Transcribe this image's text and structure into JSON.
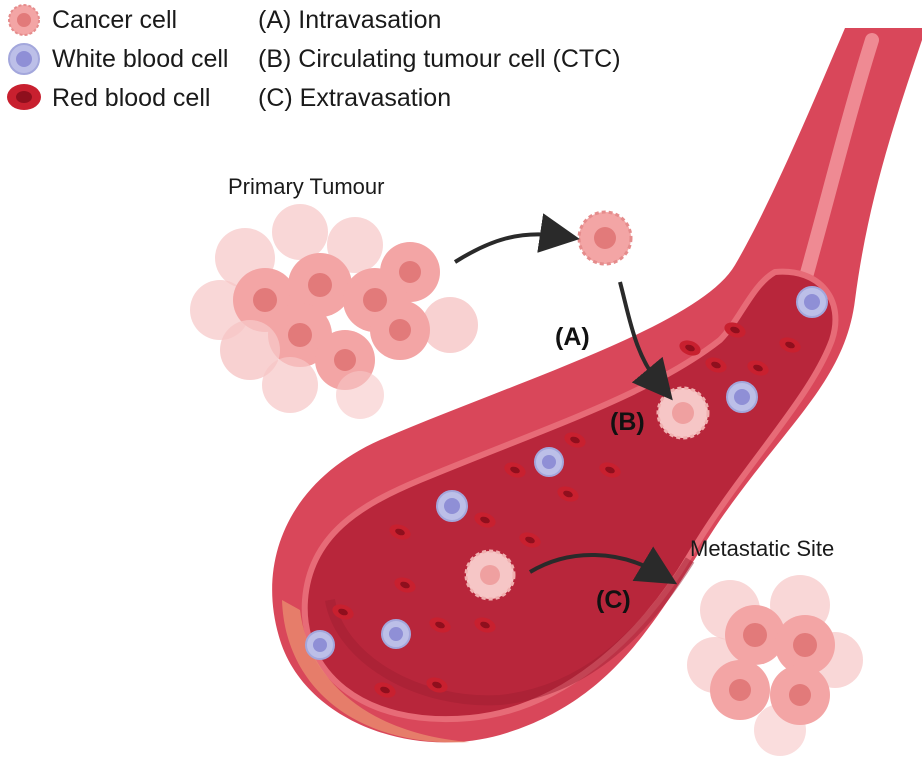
{
  "legend": {
    "cancer_cell": "Cancer cell",
    "white_blood_cell": "White blood cell",
    "red_blood_cell": "Red blood cell",
    "intravasation": "(A) Intravasation",
    "ctc": "(B) Circulating tumour cell (CTC)",
    "extravasation": "(C) Extravasation"
  },
  "labels": {
    "primary_tumour": "Primary Tumour",
    "metastatic_site": "Metastatic Site",
    "step_a": "(A)",
    "step_b": "(B)",
    "step_c": "(C)"
  },
  "colors": {
    "cancer_cell": "#f3a5a5",
    "cancer_nucleus": "#e27a7a",
    "white_blood_cell": "#bcbfe8",
    "white_nucleus": "#8f8fd6",
    "red_blood_cell": "#c8202f",
    "vessel_wall": "#d9475a",
    "vessel_lumen": "#b8263b",
    "arrow": "#2a2a2a"
  }
}
